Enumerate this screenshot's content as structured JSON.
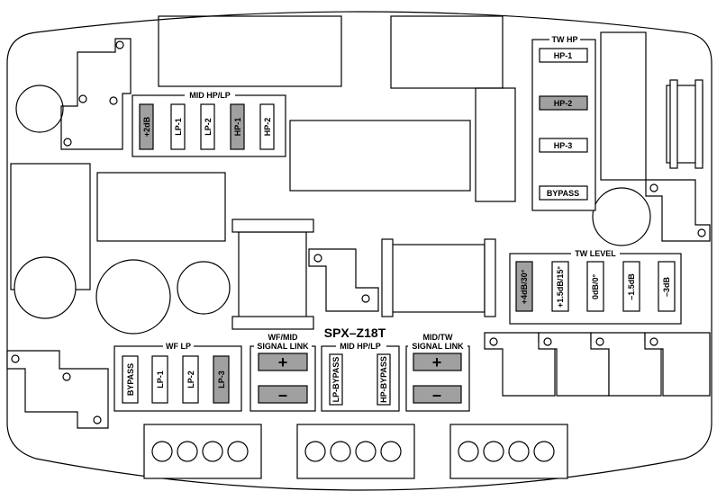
{
  "board": {
    "model": "SPX–Z18T"
  },
  "tw_hp": {
    "title": "TW HP",
    "switches": [
      {
        "label": "HP-1",
        "active": false
      },
      {
        "label": "HP-2",
        "active": true
      },
      {
        "label": "HP-3",
        "active": false
      },
      {
        "label": "BYPASS",
        "active": false
      }
    ]
  },
  "mid_hplp_top": {
    "title": "MID HP/LP",
    "switches": [
      {
        "label": "+2dB",
        "active": true
      },
      {
        "label": "LP-1",
        "active": false
      },
      {
        "label": "LP-2",
        "active": false
      },
      {
        "label": "HP-1",
        "active": true
      },
      {
        "label": "HP-2",
        "active": false
      }
    ]
  },
  "tw_level": {
    "title": "TW LEVEL",
    "switches": [
      {
        "label": "+4dB/30°",
        "active": true
      },
      {
        "label": "+1.5dB/15°",
        "active": false
      },
      {
        "label": "0dB/0°",
        "active": false
      },
      {
        "label": "–1.5dB",
        "active": false
      },
      {
        "label": "–3dB",
        "active": false
      }
    ]
  },
  "wf_lp": {
    "title": "WF LP",
    "switches": [
      {
        "label": "BYPASS",
        "active": false
      },
      {
        "label": "LP-1",
        "active": false
      },
      {
        "label": "LP-2",
        "active": false
      },
      {
        "label": "LP-3",
        "active": true
      }
    ]
  },
  "wf_mid_link": {
    "title_line1": "WF/MID",
    "title_line2": "SIGNAL LINK",
    "plus": "+",
    "minus": "–"
  },
  "mid_hplp_bottom": {
    "title": "MID HP/LP",
    "switches": [
      {
        "label": "LP-BYPASS",
        "active": false
      },
      {
        "label": "HP-BYPASS",
        "active": false
      }
    ]
  },
  "mid_tw_link": {
    "title_line1": "MID/TW",
    "title_line2": "SIGNAL LINK",
    "plus": "+",
    "minus": "–"
  },
  "colors": {
    "active_fill": "#a0a0a0",
    "inactive_fill": "#ffffff",
    "line": "#000000"
  }
}
